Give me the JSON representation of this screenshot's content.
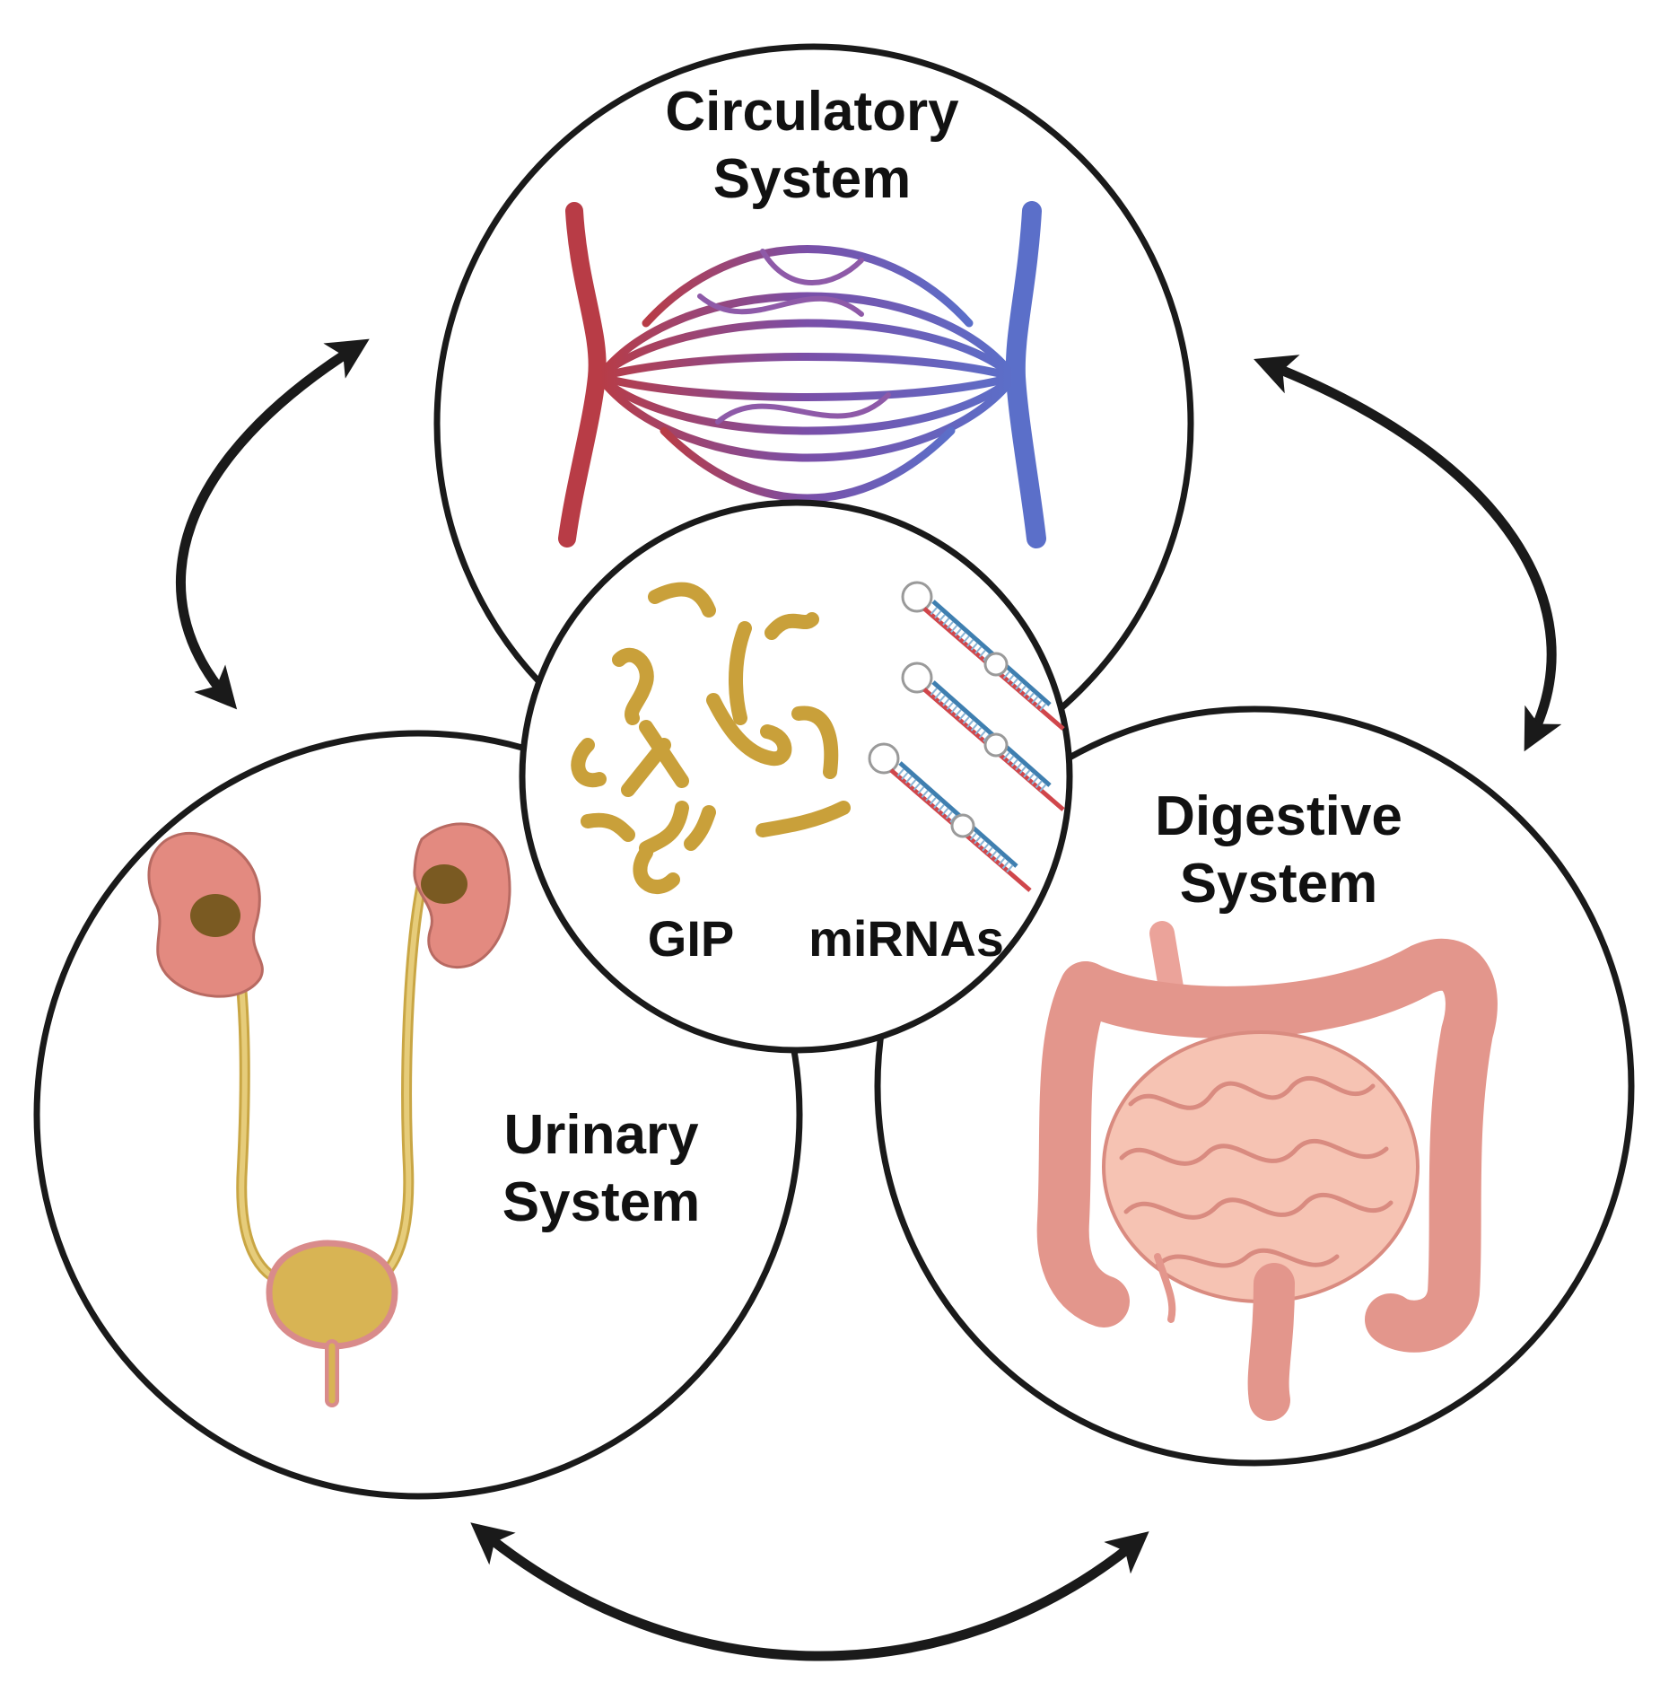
{
  "diagram": {
    "center": {
      "label_left": "GIP",
      "label_right": "miRNAs"
    },
    "circles": {
      "circulatory": {
        "line1": "Circulatory",
        "line2": "System"
      },
      "digestive": {
        "line1": "Digestive",
        "line2": "System"
      },
      "urinary": {
        "line1": "Urinary",
        "line2": "System"
      }
    }
  },
  "colors": {
    "outline": "#1a1a1a",
    "artery": "#b83c46",
    "vein": "#5b6fc9",
    "capillary": "#7a4fa8",
    "gip": "#c9a03a",
    "kidney": "#e38a80",
    "kidney_core": "#7a5a22",
    "urine": "#d8b454",
    "intestine": "#eba39a",
    "intestine_light": "#f6c3b3",
    "mirna_red": "#d0464b",
    "mirna_blue": "#3f7fb0"
  },
  "icons": [
    "capillary-bed-icon",
    "gip-fragments-icon",
    "mirna-hairpin-icon",
    "urinary-tract-icon",
    "intestines-icon",
    "bidirectional-arrow-icon"
  ]
}
